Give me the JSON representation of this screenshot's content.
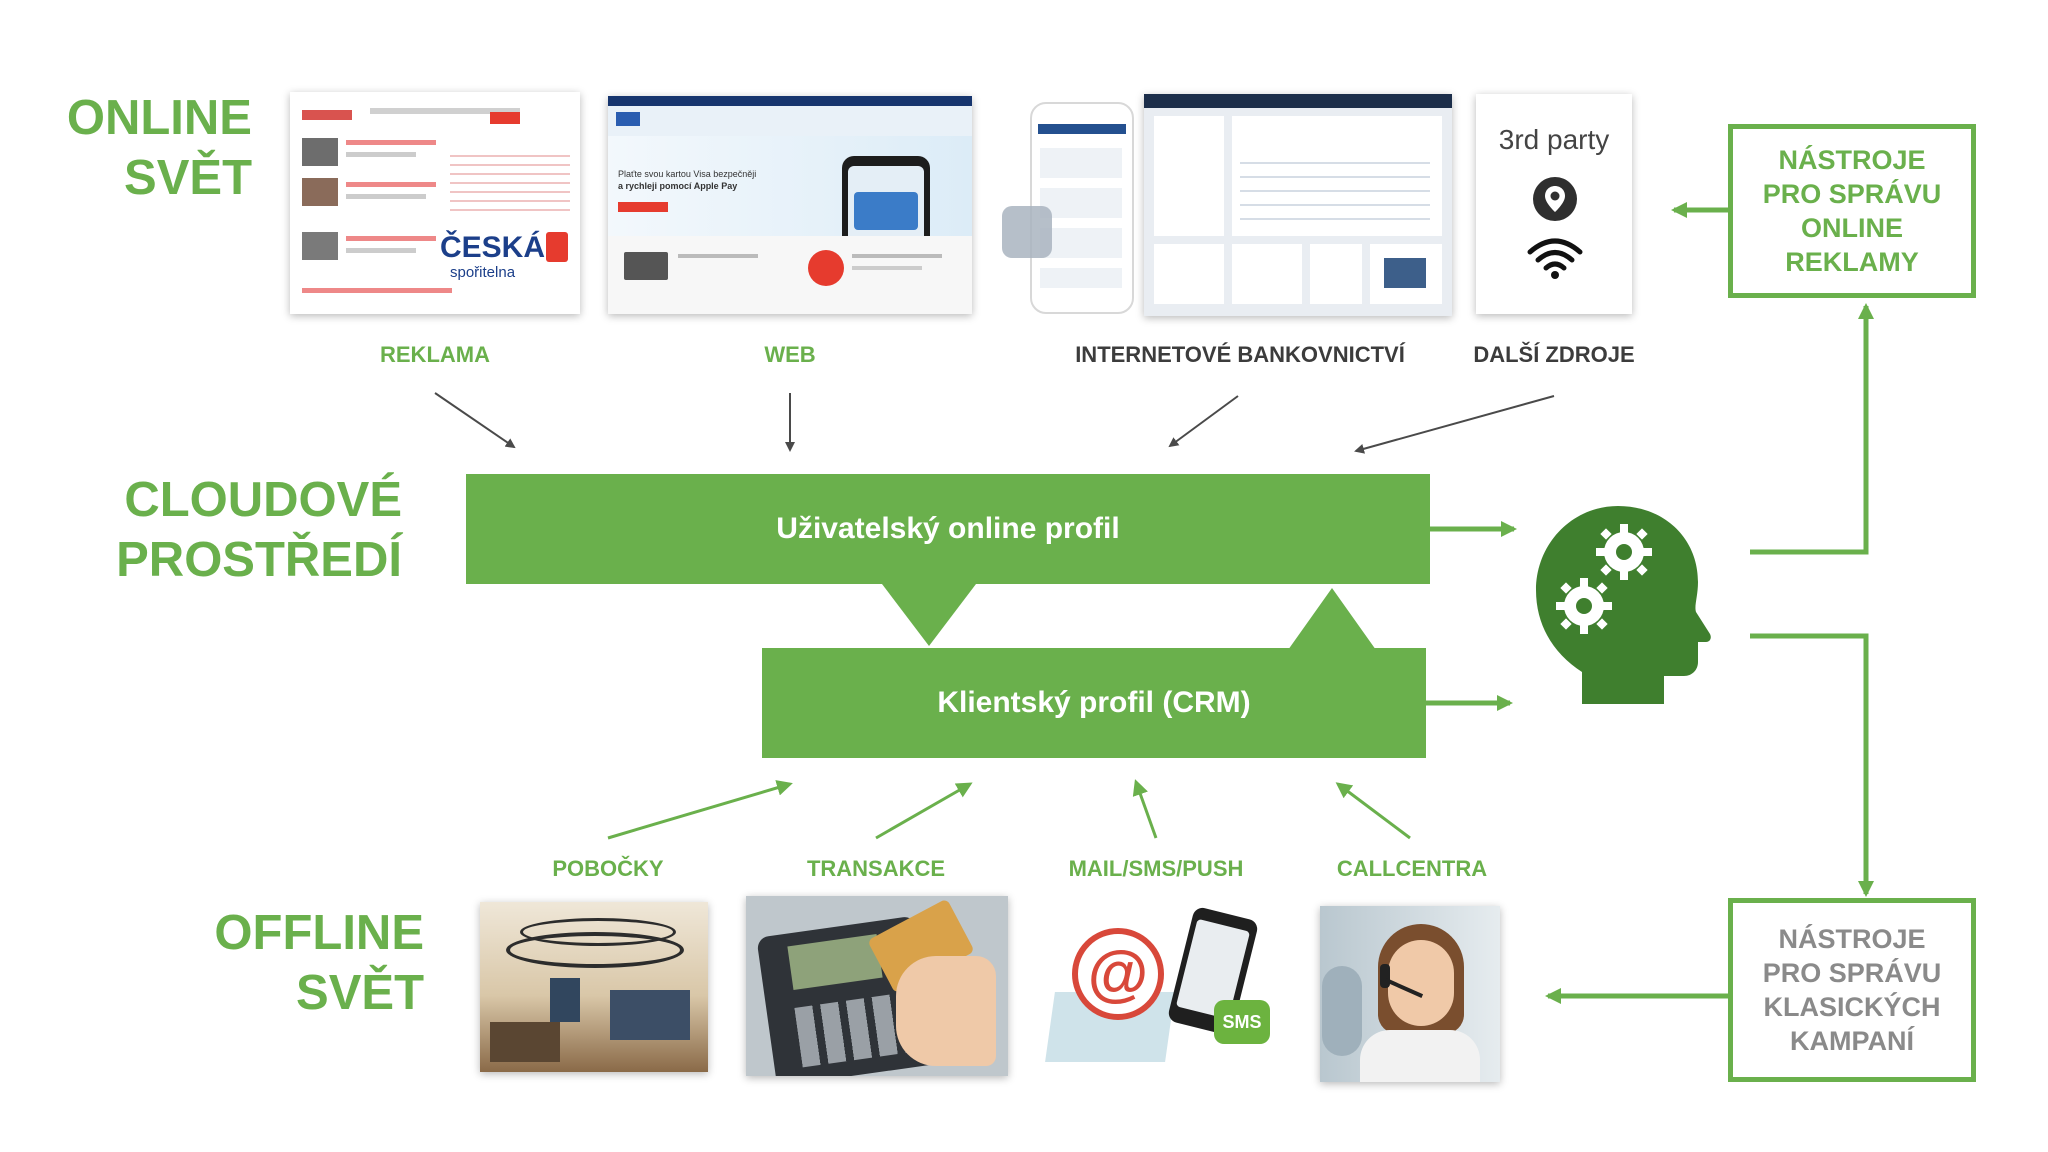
{
  "sections": {
    "online": [
      "ONLINE",
      "SVĚT"
    ],
    "cloud": [
      "CLOUDOVÉ",
      "PROSTŘEDÍ"
    ],
    "offline": [
      "OFFLINE",
      "SVĚT"
    ]
  },
  "online_sources": [
    {
      "label": "REKLAMA"
    },
    {
      "label": "WEB"
    },
    {
      "label": "INTERNETOVÉ BANKOVNICTVÍ"
    },
    {
      "label": "DALŠÍ ZDROJE"
    }
  ],
  "thumbs": {
    "reklama_logo": [
      "ČESKÁ",
      "spořitelna"
    ],
    "web_text": [
      "Plaťte svou kartou Visa bezpečněji",
      "a rychleji pomocí Apple Pay"
    ],
    "third_party": "3rd party"
  },
  "profiles": {
    "online_profile": "Uživatelský online profil",
    "crm_profile": "Klientský profil (CRM)"
  },
  "offline_channels": [
    {
      "label": "POBOČKY"
    },
    {
      "label": "TRANSAKCE"
    },
    {
      "label": "MAIL/SMS/PUSH"
    },
    {
      "label": "CALLCENTRA"
    }
  ],
  "mail_thumb": {
    "at_sign": "@",
    "sms": "SMS"
  },
  "tools": {
    "online_ads": [
      "NÁSTROJE",
      "PRO SPRÁVU",
      "ONLINE",
      "REKLAMY"
    ],
    "classic_campaigns": [
      "NÁSTROJE",
      "PRO SPRÁVU",
      "KLASICKÝCH",
      "KAMPANÍ"
    ]
  },
  "colors": {
    "accent": "#6ab04c",
    "brain": "#3f7f2e",
    "offline_tools_text": "#8a8a8a",
    "online_tools_text": "#6ab04c"
  },
  "icons": [
    "location-pin-icon",
    "wifi-icon",
    "brain-gears-icon"
  ]
}
